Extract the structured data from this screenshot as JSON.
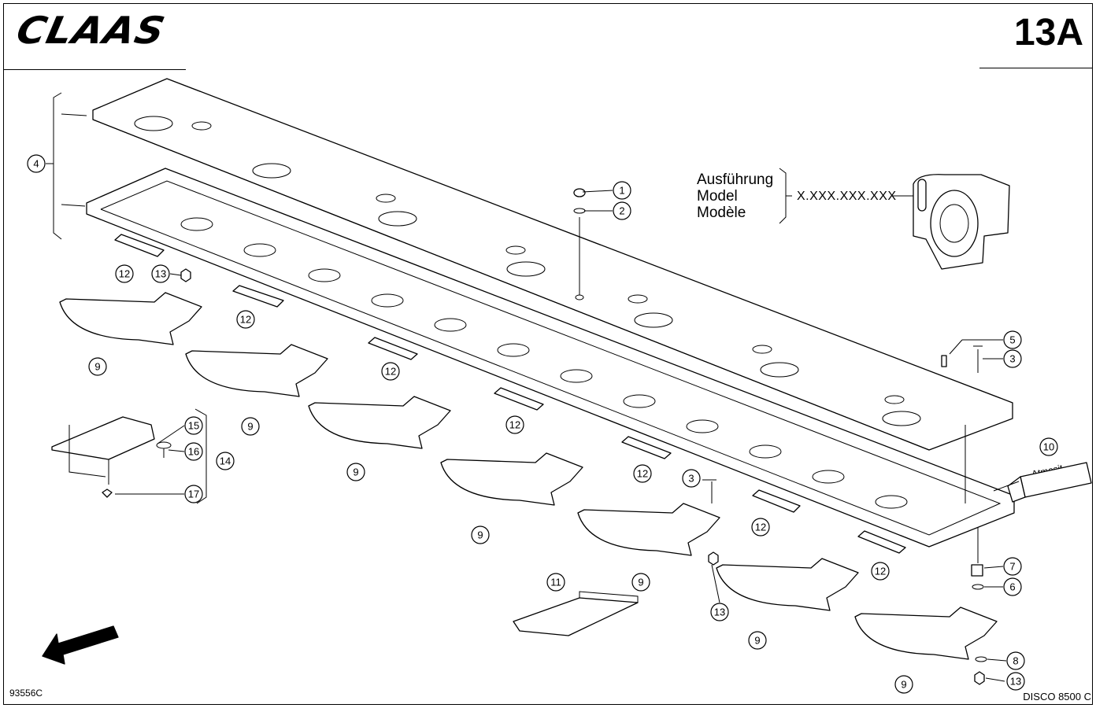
{
  "header": {
    "brand": "CLAAS",
    "page_number": "13A"
  },
  "footer": {
    "drawing_number": "93556C",
    "model": "DISCO 8500 C"
  },
  "variant_box": {
    "labels": [
      "Ausführung",
      "Model",
      "Modèle"
    ],
    "code": "X.XXX.XXX.XXX"
  },
  "tube_label": "Atmosit",
  "callouts": [
    "1",
    "2",
    "3",
    "4",
    "5",
    "6",
    "7",
    "8",
    "9",
    "10",
    "11",
    "12",
    "13",
    "14",
    "15",
    "16",
    "17"
  ],
  "colors": {
    "ink": "#000000",
    "paper": "#ffffff"
  },
  "icons": [
    "direction-arrow-icon"
  ]
}
